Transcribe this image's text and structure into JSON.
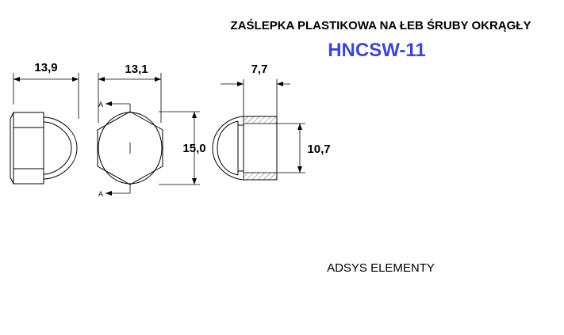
{
  "header": {
    "title": "ZAŚLEPKA PLASTIKOWA NA ŁEB ŚRUBY OKRĄGŁY",
    "product_code": "HNCSW-11",
    "code_color": "#3f48cc"
  },
  "footer": {
    "company": "ADSYS ELEMENTY"
  },
  "drawing": {
    "side_view": {
      "width_label": "13,9"
    },
    "front_view": {
      "width_label": "13,1",
      "height_label": "15,0",
      "section_top": "A",
      "section_bottom": "A"
    },
    "section_view": {
      "width_label": "7,7",
      "height_label": "10,7"
    }
  }
}
